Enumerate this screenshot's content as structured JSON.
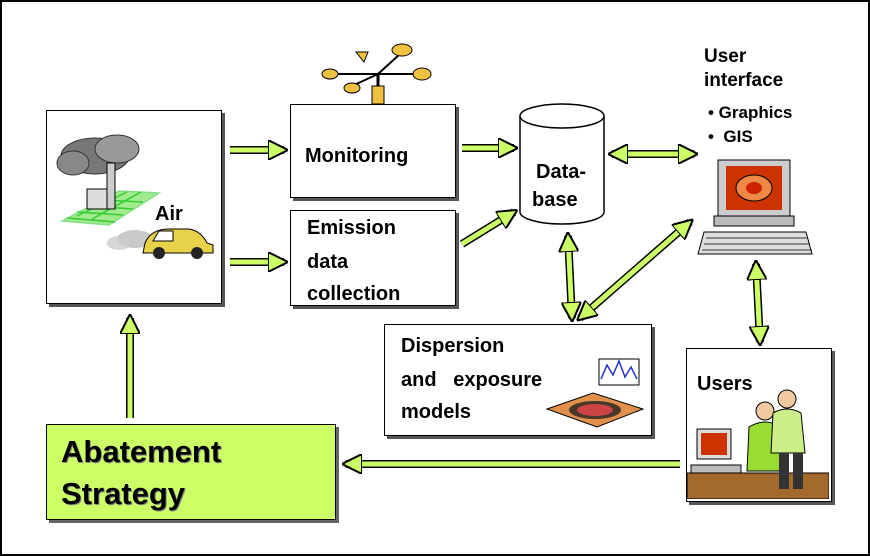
{
  "air": {
    "label": "Air"
  },
  "monitoring": {
    "label": "Monitoring"
  },
  "emission": {
    "line1": "Emission",
    "line2": "data",
    "line3": "collection"
  },
  "database": {
    "line1": "Data-",
    "line2": "base"
  },
  "user_interface": {
    "line1": "User",
    "line2": "interface",
    "bullet1": "• Graphics",
    "bullet2": "•  GIS"
  },
  "dispersion": {
    "line1": "Dispersion",
    "line2": "and   exposure",
    "line3": "models"
  },
  "users": {
    "label": "Users"
  },
  "abatement": {
    "line1": "Abatement",
    "line2": "Strategy"
  },
  "colors": {
    "arrow_fill": "#ccff66",
    "abatement_fill": "#ccff66",
    "grid_green": "#33cc33"
  }
}
